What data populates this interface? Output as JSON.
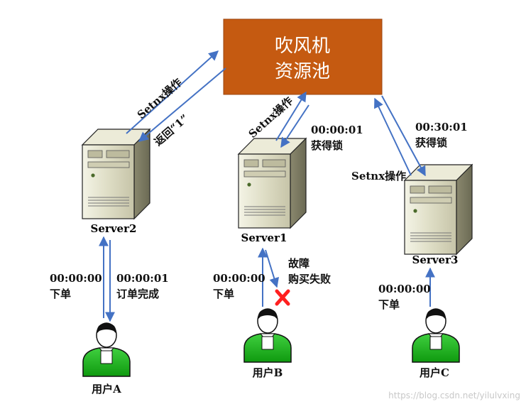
{
  "pool": {
    "line1": "吹风机",
    "line2": "资源池",
    "color": "#c55a11"
  },
  "arrow_color": "#4472c4",
  "servers": {
    "s1": {
      "label": "Server1"
    },
    "s2": {
      "label": "Server2"
    },
    "s3": {
      "label": "Server3"
    }
  },
  "users": {
    "a": {
      "label": "用户A"
    },
    "b": {
      "label": "用户B"
    },
    "c": {
      "label": "用户C"
    }
  },
  "edges": {
    "s2_setnx": "Setnx操作",
    "s2_return": "返回“1”",
    "s1_setnx": "Setnx操作",
    "s1_time": "00:00:01",
    "s1_lock": "获得锁",
    "s3_setnx": "Setnx操作",
    "s3_time": "00:30:01",
    "s3_lock": "获得锁",
    "a_order_time": "00:00:00",
    "a_order": "下单",
    "a_done_time": "00:00:01",
    "a_done": "订单完成",
    "b_order_time": "00:00:00",
    "b_order": "下单",
    "b_fault": "故障",
    "b_fail": "购买失败",
    "c_order_time": "00:00:00",
    "c_order": "下单"
  },
  "watermark": "https://blog.csdn.net/yilulvxing"
}
